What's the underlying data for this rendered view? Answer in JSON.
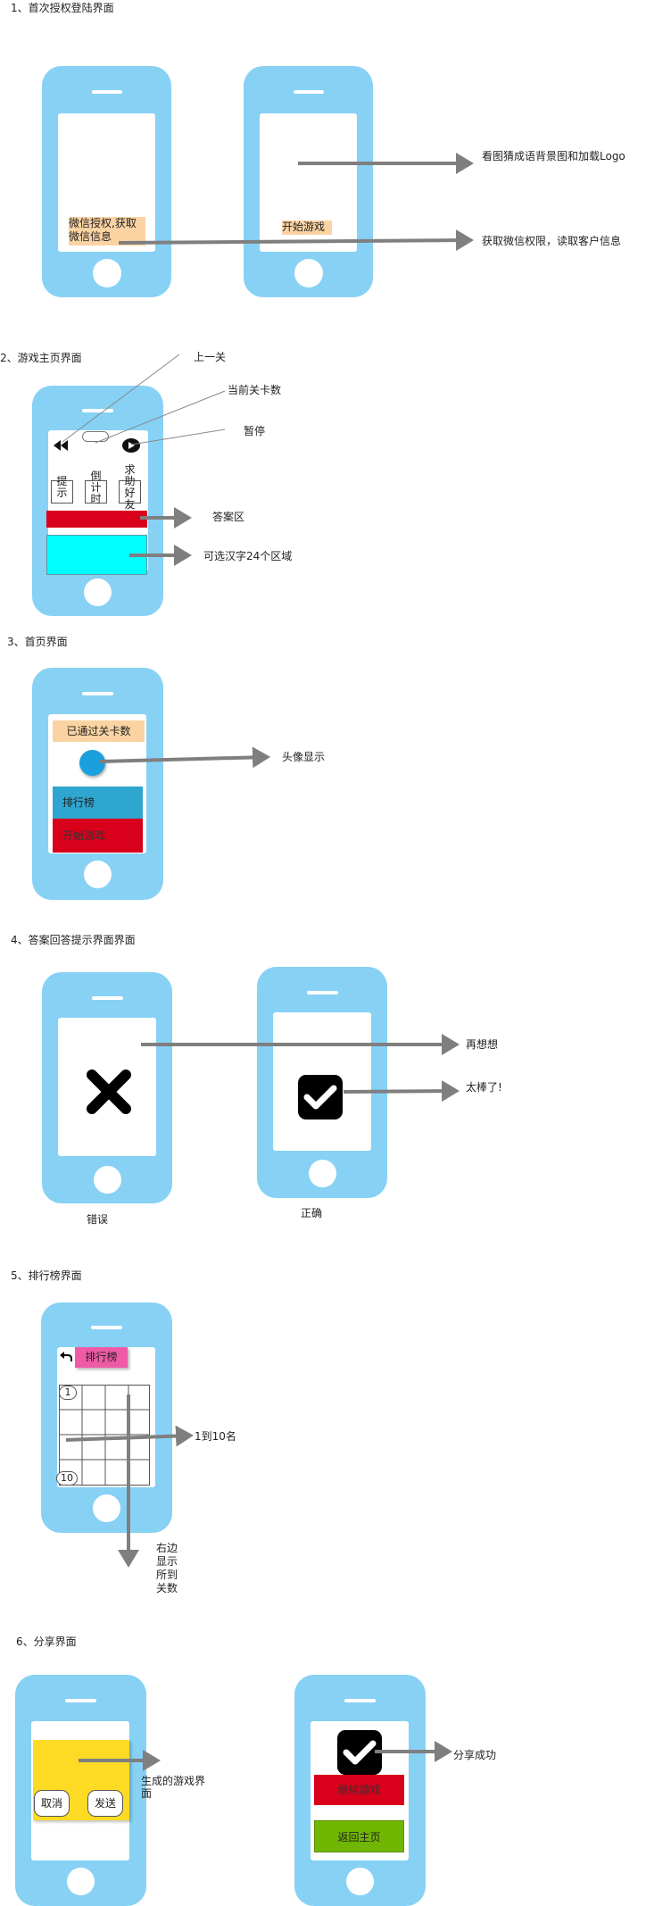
{
  "sections": {
    "s1": {
      "title": "1、首次授权登陆界面",
      "auth_label": "微信授权,获取\n微信信息",
      "start_label": "开始游戏",
      "note_bg": "看图猜成语背景图和加载Logo",
      "note_auth": "获取微信权限，读取客户信息"
    },
    "s2": {
      "title": "2、游戏主页界面",
      "note_prev": "上一关",
      "note_level": "当前关卡数",
      "note_pause": "暂停",
      "hint_label": "提\n示",
      "countdown_label": "倒\n计\n时",
      "help_label": "求\n助\n好\n友",
      "note_answer": "答案区",
      "note_chars": "可选汉字24个区域"
    },
    "s3": {
      "title": "3、首页界面",
      "passed_label": "已通过关卡数",
      "rank_label": "排行榜",
      "start_label": "开始游戏",
      "note_avatar": "头像显示"
    },
    "s4": {
      "title": "4、答案回答提示界面界面",
      "note_retry": "再想想",
      "note_great": "太棒了!",
      "caption_wrong": "错误",
      "caption_right": "正确"
    },
    "s5": {
      "title": "5、排行榜界面",
      "header_label": "排行榜",
      "first_rank": "1",
      "last_rank": "10",
      "note_top10": "1到10名",
      "note_right": "右边\n显示\n所到\n关数"
    },
    "s6": {
      "title": "6、分享界面",
      "cancel_label": "取消",
      "send_label": "发送",
      "note_generated": "生成的游戏界\n面",
      "continue_label": "继续游戏",
      "home_label": "返回主页",
      "note_shared": "分享成功"
    }
  },
  "colors": {
    "phone": "#87d1f5",
    "highlight": "#fbd3a2",
    "red": "#d9001b",
    "cyan": "#00ffff",
    "rank_blue": "#2ea6d0",
    "avatar": "#1aa0dc",
    "pink": "#ef5aa7",
    "yellow": "#fddb24",
    "green": "#70b603",
    "arrow": "#7f7f7f"
  },
  "icons": [
    "rewind-icon",
    "play-icon",
    "close-x-icon",
    "checkmark-icon",
    "back-arrow-icon"
  ]
}
